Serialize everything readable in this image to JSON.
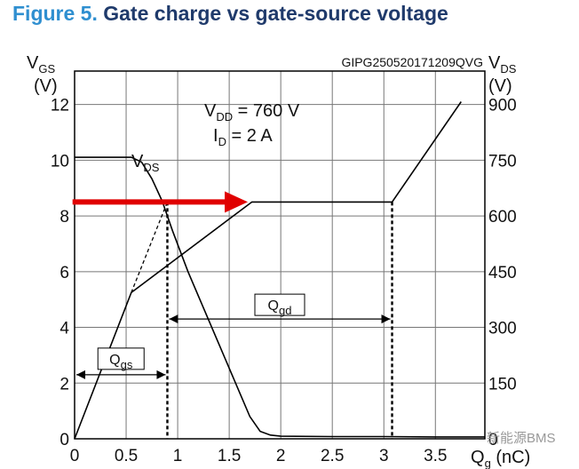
{
  "figure_label": "Figure 5.",
  "figure_title": "Gate charge vs gate-source voltage",
  "watermark": "新能源BMS",
  "chart_data": {
    "type": "line",
    "code": "GIPG250520171209QVG",
    "left_axis": {
      "symbol": "V",
      "sub": "GS",
      "unit": "(V)",
      "ticks": [
        "0",
        "2",
        "4",
        "6",
        "8",
        "10",
        "12"
      ],
      "range": [
        0,
        13.2
      ]
    },
    "right_axis": {
      "symbol": "V",
      "sub": "DS",
      "unit": "(V)",
      "ticks": [
        "0",
        "150",
        "300",
        "450",
        "600",
        "750",
        "900"
      ],
      "range": [
        0,
        990
      ]
    },
    "x_axis": {
      "symbol": "Q",
      "sub": "g",
      "unit": "(nC)",
      "ticks": [
        "0",
        "0.5",
        "1",
        "1.5",
        "2",
        "2.5",
        "3",
        "3.5"
      ],
      "range": [
        0,
        3.98
      ]
    },
    "conditions": {
      "vdd": {
        "sym": "V",
        "sub": "DD",
        "val": " = 760 V"
      },
      "id": {
        "sym": "I",
        "sub": "D",
        "val": " = 2 A"
      }
    },
    "series": [
      {
        "name": "V_GS",
        "axis": "left",
        "color": "#000000",
        "x": [
          0,
          0.55,
          1.72,
          3.08,
          3.75
        ],
        "y": [
          0,
          5.25,
          8.5,
          8.5,
          12.1
        ]
      },
      {
        "name": "V_DS",
        "axis": "right",
        "color": "#000000",
        "x": [
          0,
          0.55,
          0.65,
          0.75,
          0.85,
          0.95,
          1.1,
          1.3,
          1.5,
          1.7,
          1.8,
          1.9,
          2.0,
          2.5,
          3.0,
          3.5,
          3.98
        ],
        "y": [
          758,
          758,
          745,
          700,
          640,
          560,
          450,
          320,
          190,
          60,
          20,
          10,
          7,
          6,
          6,
          5,
          5
        ]
      },
      {
        "name": "V_GS extrapolated",
        "axis": "left",
        "color": "#000000",
        "style": "dashed",
        "x": [
          0.55,
          0.9
        ],
        "y": [
          5.25,
          8.5
        ]
      }
    ],
    "series_labels": {
      "vds": {
        "sym": "V",
        "sub": "DS"
      }
    },
    "annotations": [
      {
        "label": {
          "sym": "Q",
          "sub": "gs"
        },
        "from_x": 0,
        "to_x": 0.9,
        "at_vgs": 2.3
      },
      {
        "label": {
          "sym": "Q",
          "sub": "gd"
        },
        "from_x": 0.9,
        "to_x": 3.08,
        "at_vgs": 4.3
      }
    ],
    "markers": {
      "plateau_vgs": 8.5,
      "vline_x": [
        0.9,
        3.08
      ]
    },
    "arrow": {
      "color": "#e00000",
      "from_x": -0.02,
      "to_x": 1.68,
      "at_vgs": 8.5
    },
    "grid": true
  }
}
